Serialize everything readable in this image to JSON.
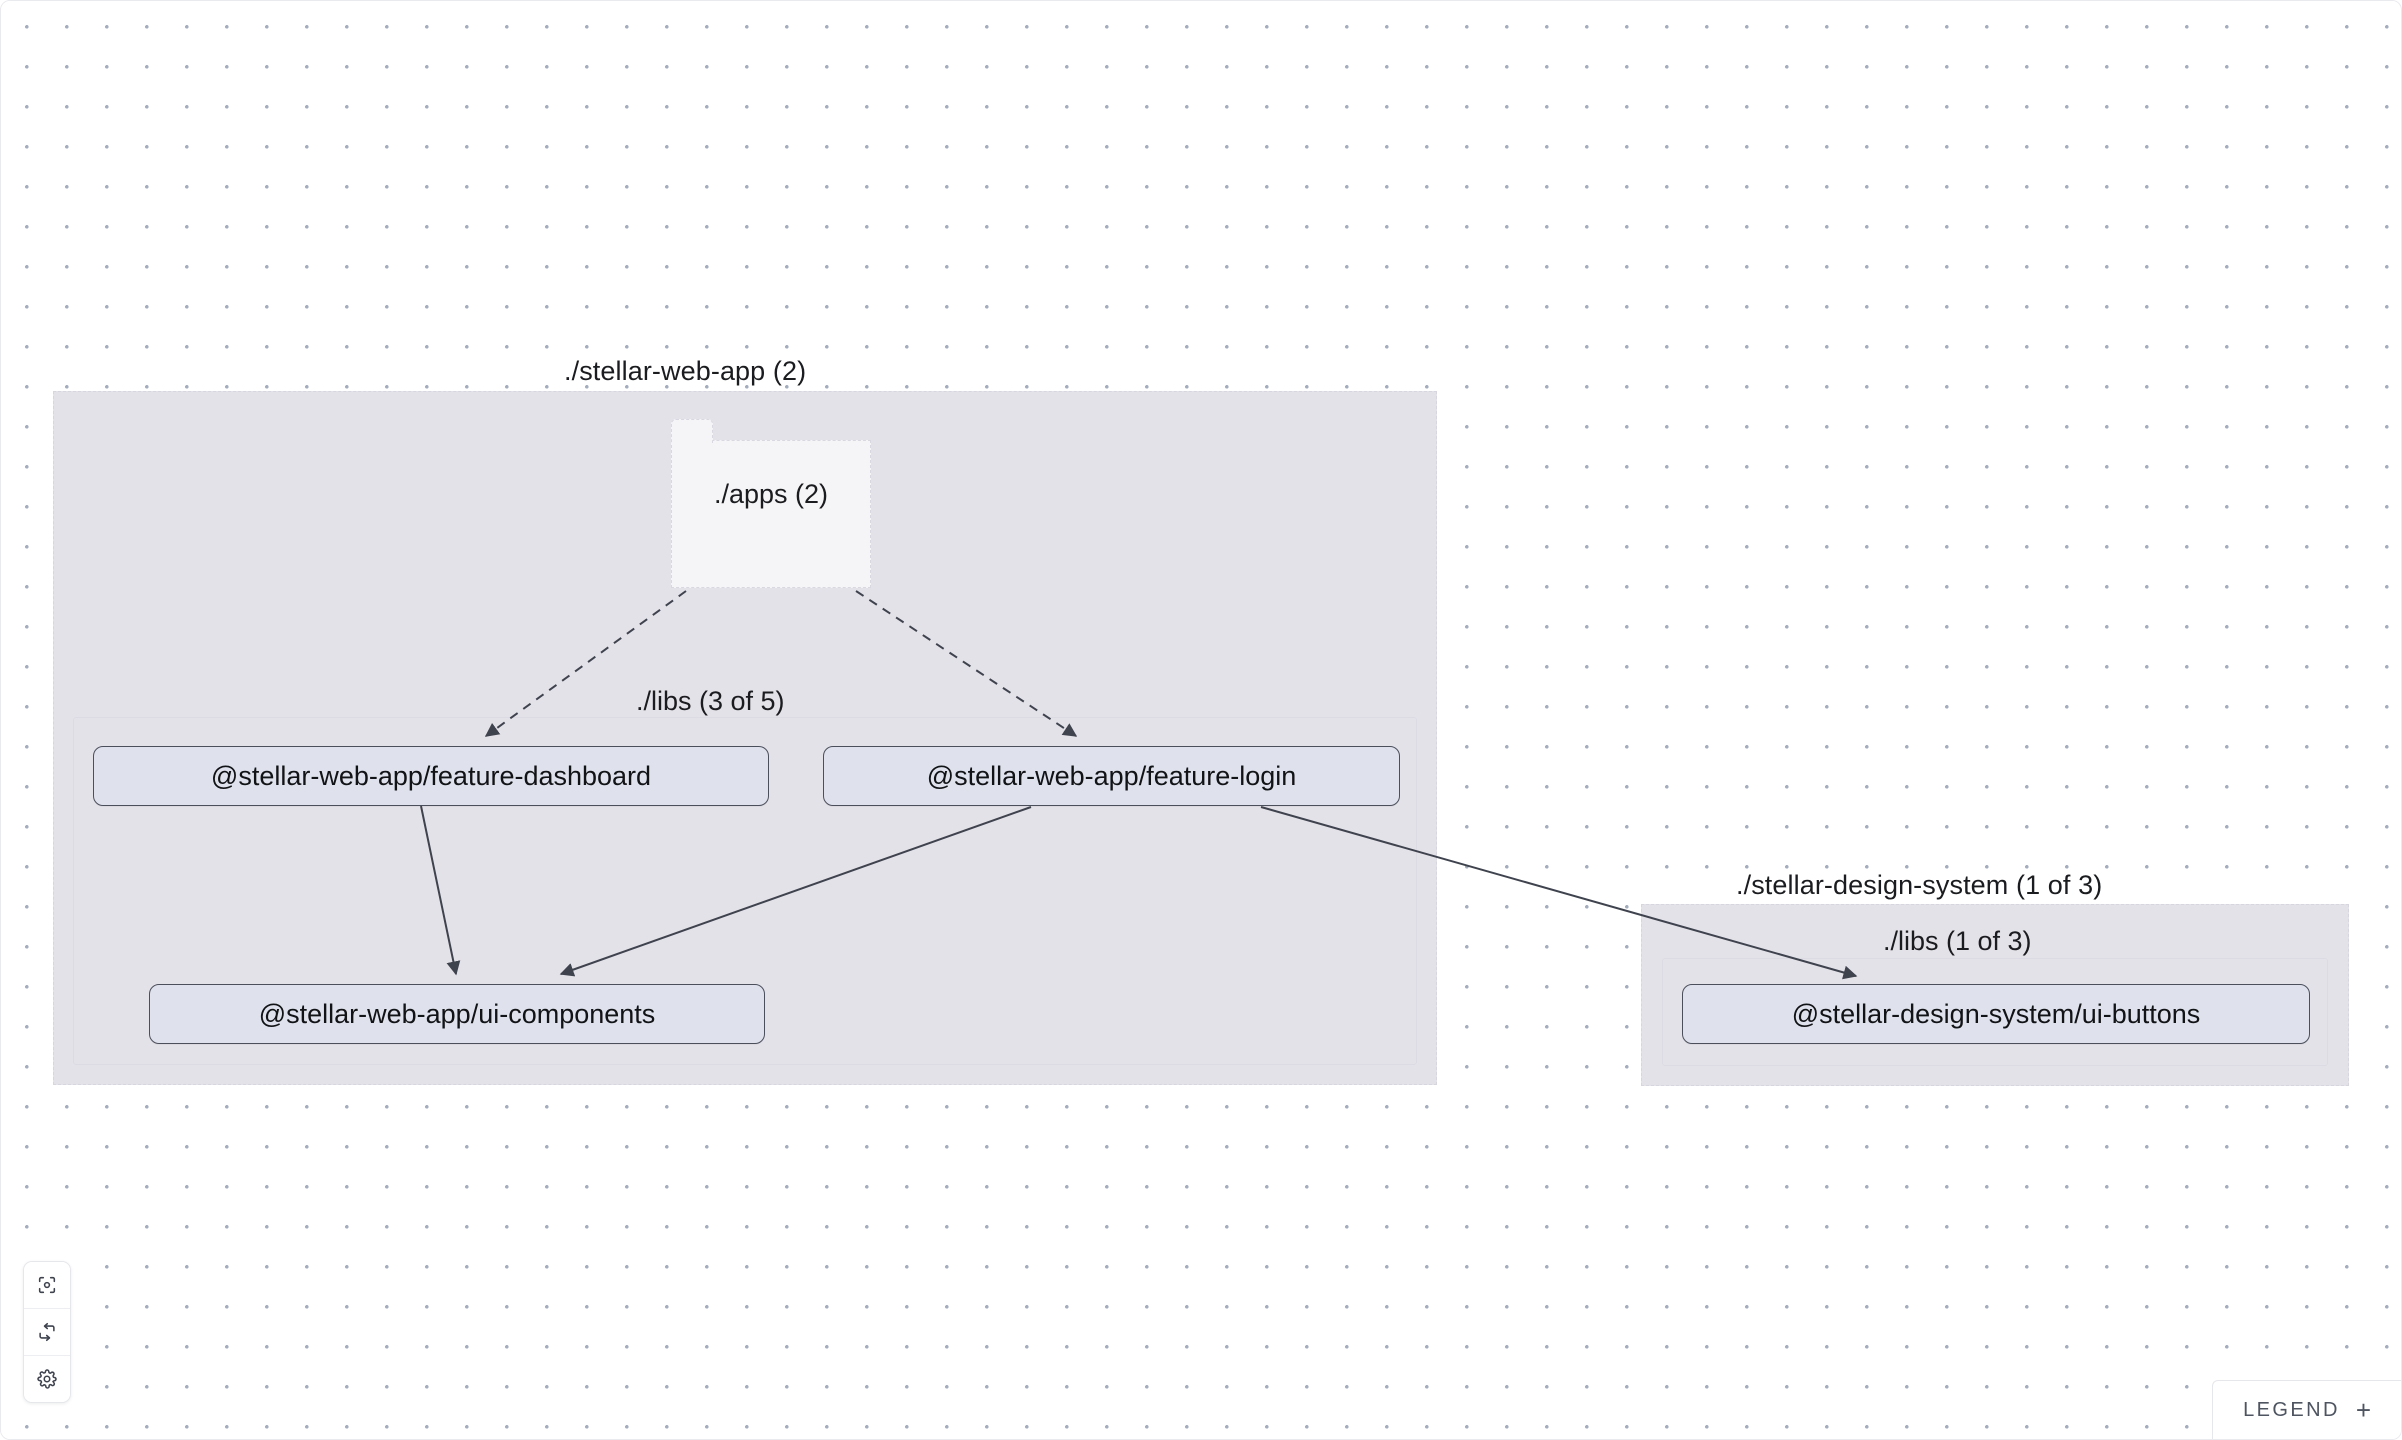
{
  "app": {
    "name": "project-graph-canvas",
    "background_color": "#ffffff",
    "grid_dot_color": "#a3adbd"
  },
  "groups": [
    {
      "id": "stellar-web-app",
      "label": "./stellar-web-app (2)",
      "fill": "#e4e2e9",
      "border": "#d7d5de"
    },
    {
      "id": "stellar-design-system",
      "label": "./stellar-design-system (1 of 3)",
      "fill": "#e4e2e9",
      "border": "#d7d5de"
    }
  ],
  "subgroups": [
    {
      "id": "web-app-libs",
      "label": "./libs (3 of 5)"
    },
    {
      "id": "design-system-libs",
      "label": "./libs (1 of 3)"
    }
  ],
  "folders": [
    {
      "id": "apps",
      "label": "./apps (2)",
      "fill": "#f5f5f8"
    }
  ],
  "nodes": [
    {
      "id": "feature-dashboard",
      "label": "@stellar-web-app/feature-dashboard"
    },
    {
      "id": "feature-login",
      "label": "@stellar-web-app/feature-login"
    },
    {
      "id": "ui-components",
      "label": "@stellar-web-app/ui-components"
    },
    {
      "id": "ui-buttons",
      "label": "@stellar-design-system/ui-buttons"
    }
  ],
  "edges": [
    {
      "from": "apps",
      "to": "feature-dashboard",
      "style": "dashed"
    },
    {
      "from": "apps",
      "to": "feature-login",
      "style": "dashed"
    },
    {
      "from": "feature-dashboard",
      "to": "ui-components",
      "style": "solid"
    },
    {
      "from": "feature-login",
      "to": "ui-components",
      "style": "solid"
    },
    {
      "from": "feature-login",
      "to": "ui-buttons",
      "style": "solid"
    }
  ],
  "controls": [
    {
      "id": "focus",
      "icon": "focus-target-icon",
      "title": "Focus graph"
    },
    {
      "id": "refresh",
      "icon": "refresh-icon",
      "title": "Refresh graph"
    },
    {
      "id": "settings",
      "icon": "gear-icon",
      "title": "Settings"
    }
  ],
  "legend": {
    "label": "LEGEND",
    "expand_glyph": "+"
  },
  "edge_color": "#3f434e"
}
